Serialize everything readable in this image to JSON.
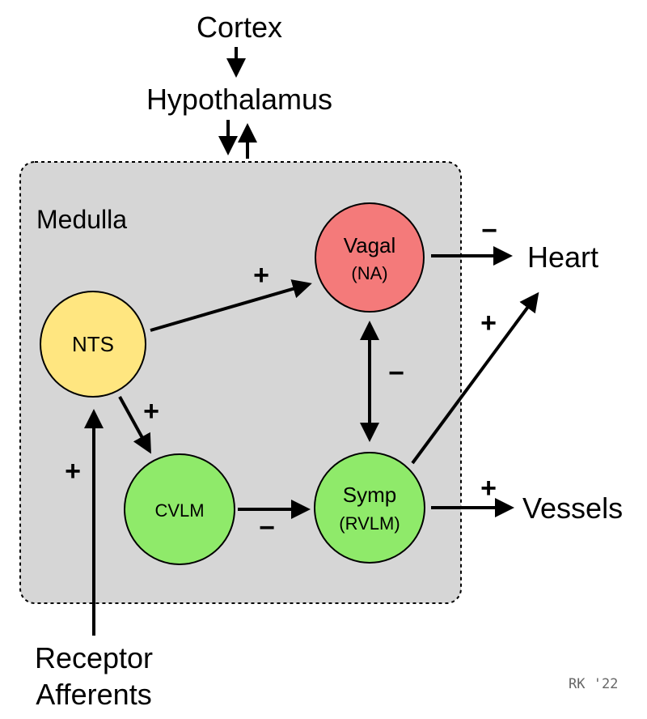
{
  "labels": {
    "cortex": "Cortex",
    "hypothalamus": "Hypothalamus",
    "medulla": "Medulla",
    "heart": "Heart",
    "vessels": "Vessels",
    "receptor": "Receptor",
    "afferents": "Afferents",
    "credit": "RK '22"
  },
  "nodes": {
    "nts": {
      "label": "NTS",
      "color": "#FFE680"
    },
    "vagal": {
      "label": "Vagal",
      "sublabel": "(NA)",
      "color": "#F47A7A"
    },
    "cvlm": {
      "label": "CVLM",
      "color": "#8FEA6A"
    },
    "symp": {
      "label": "Symp",
      "sublabel": "(RVLM)",
      "color": "#8FEA6A"
    }
  },
  "signs": {
    "nts_to_vagal": "+",
    "nts_to_cvlm": "+",
    "afferent_to_nts": "+",
    "cvlm_to_symp": "−",
    "vagal_symp": "−",
    "vagal_to_heart": "−",
    "symp_to_heart": "+",
    "symp_to_vessels": "+"
  },
  "colors": {
    "medulla_box": "#D6D6D6",
    "outline": "#000000"
  }
}
